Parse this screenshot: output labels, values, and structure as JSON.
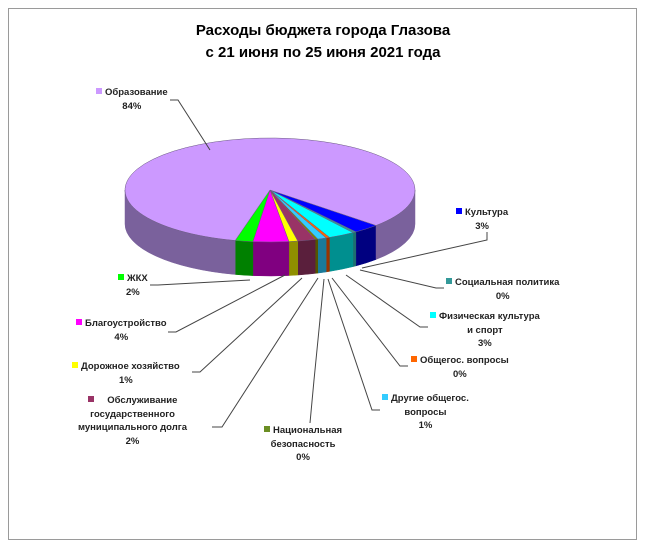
{
  "chart_data": {
    "type": "pie",
    "title_line1": "Расходы бюджета города Глазова",
    "title_line2": "с 21 июня по 25 июня 2021 года",
    "style": "3d-pie",
    "legend": "none (data labels with leader lines)",
    "slices": [
      {
        "name": "Культура",
        "label": "3%",
        "value": 3,
        "color": "#0000FF",
        "side": "#000080"
      },
      {
        "name": "Социальная политика",
        "label": "0%",
        "value": 0.4,
        "color": "#339999",
        "side": "#1f6f6f"
      },
      {
        "name": "Физическая культура и спорт",
        "name_l1": "Физическая культура",
        "name_l2": "и спорт",
        "label": "3%",
        "value": 3,
        "color": "#00FFFF",
        "side": "#008f8f"
      },
      {
        "name": "Общегос. вопросы",
        "label": "0%",
        "value": 0.4,
        "color": "#FF6600",
        "side": "#993300"
      },
      {
        "name": "Другие общегос. вопросы",
        "name_l1": "Другие общегос.",
        "name_l2": "вопросы",
        "label": "1%",
        "value": 1,
        "color": "#33CCFF",
        "side": "#1a7a99"
      },
      {
        "name": "Национальная безопасность",
        "name_l1": "Национальная",
        "name_l2": "безопасность",
        "label": "0%",
        "value": 0.3,
        "color": "#808000",
        "side": "#555500"
      },
      {
        "name": "Обслуживание государственного муниципального долга",
        "name_l1": "Обслуживание",
        "name_l2": "государственного",
        "name_l3": "муниципального долга",
        "label": "2%",
        "value": 2,
        "color": "#993366",
        "side": "#5a1f3c"
      },
      {
        "name": "Дорожное хозяйство",
        "label": "1%",
        "value": 1,
        "color": "#FFFF00",
        "side": "#8f8f00"
      },
      {
        "name": "Благоустройство",
        "label": "4%",
        "value": 4,
        "color": "#FF00FF",
        "side": "#800080"
      },
      {
        "name": "ЖКХ",
        "label": "2%",
        "value": 2,
        "color": "#00FF00",
        "side": "#008000"
      },
      {
        "name": "Образование",
        "label": "84%",
        "value": 84,
        "color": "#CC99FF",
        "side": "#7a619c"
      }
    ]
  }
}
